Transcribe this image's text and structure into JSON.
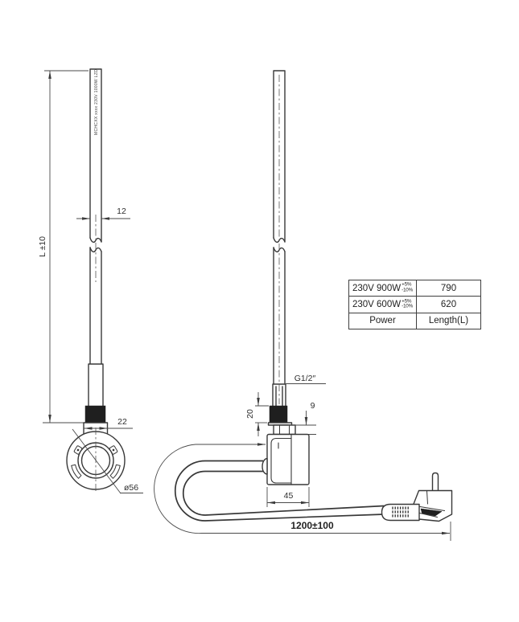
{
  "drawing": {
    "rod_marking": "MCHCXX xxxx 230V 1000W LZD",
    "dims": {
      "rod_diameter": "12",
      "element_length": "L ±10",
      "collar_width": "22",
      "flange_diameter": "ø56",
      "thread_spec": "G1/2″",
      "thread_length": "20",
      "nut_height": "9",
      "housing_width": "45",
      "cable_length": "1200±100"
    }
  },
  "spec_table": {
    "rows": [
      {
        "power": "230V 900W",
        "tol_top": "+5%",
        "tol_bottom": "-10%",
        "length": "790"
      },
      {
        "power": "230V 600W",
        "tol_top": "+5%",
        "tol_bottom": "-10%",
        "length": "620"
      }
    ],
    "power_header": "Power",
    "length_header": "Length(L)"
  },
  "colors": {
    "line": "#383838",
    "dimension_line": "#4a4a4a",
    "thread_fill": "#1f1f1f",
    "background": "#ffffff"
  }
}
